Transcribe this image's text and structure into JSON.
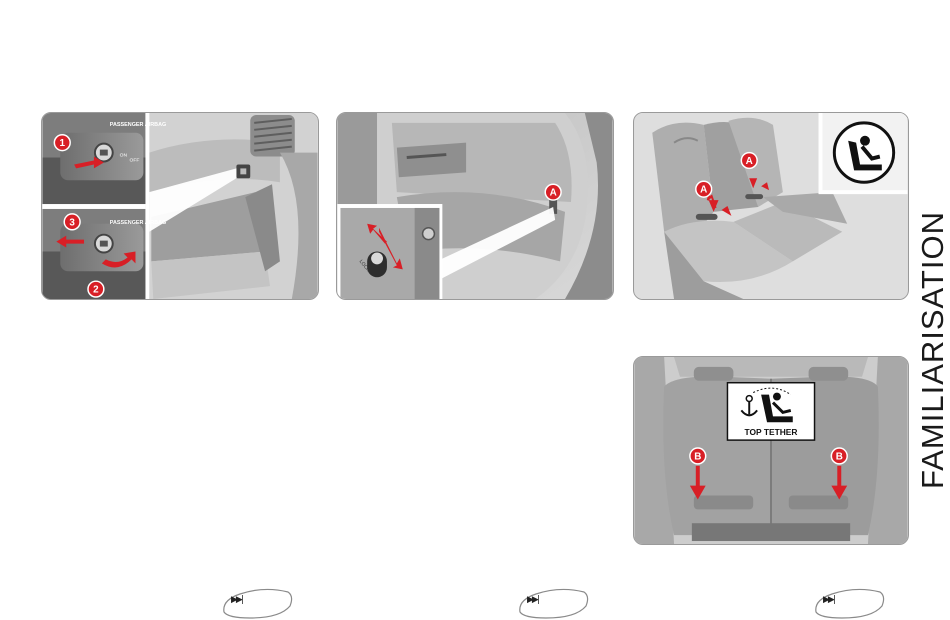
{
  "sidebar": {
    "title": "FAMILIARISATION"
  },
  "panels": {
    "airbag": {
      "callout_1": "1",
      "callout_2": "2",
      "callout_3": "3",
      "switch_label": "PASSENGER AIRBAG",
      "on_label": "ON",
      "off_label": "OFF"
    },
    "door": {
      "callout_a": "A",
      "lock_label": "LOCK"
    },
    "isofix": {
      "callout_a_left": "A",
      "callout_a_right": "A",
      "pictogram": "child-seat-icon"
    },
    "tether": {
      "callout_b_left": "B",
      "callout_b_right": "B",
      "sign_label": "TOP TETHER",
      "pictogram": "anchor-child-seat-icon"
    }
  },
  "navigation": {
    "next_glyph": "▶▶|",
    "icon": "next-track-icon"
  },
  "colors": {
    "callout_red": "#d81f26",
    "arrow_red": "#d81f26",
    "panel_gray": "#cfcfcf"
  }
}
